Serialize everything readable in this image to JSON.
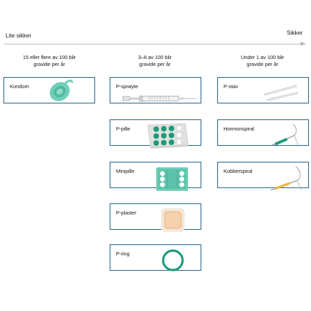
{
  "axis": {
    "left_label": "Lite sikker",
    "right_label": "Sikker"
  },
  "columns": [
    {
      "header_line1": "15 eller flere av 100 blir",
      "header_line2": "gravide per år"
    },
    {
      "header_line1": "3–8 av 100 blir",
      "header_line2": "gravide per år"
    },
    {
      "header_line1": "Under 1 av 100 blir",
      "header_line2": "gravide per år"
    }
  ],
  "methods": {
    "kondom": {
      "label": "Kondom",
      "icon": "condom-icon"
    },
    "p_sproyte": {
      "label": "P-sprøyte",
      "icon": "syringe-icon"
    },
    "p_pille": {
      "label": "P-pille",
      "icon": "pill-pack-icon"
    },
    "minipille": {
      "label": "Minipille",
      "icon": "minipill-pack-icon"
    },
    "p_plaster": {
      "label": "P-plaster",
      "icon": "patch-icon"
    },
    "p_ring": {
      "label": "P-ring",
      "icon": "ring-icon"
    },
    "p_stav": {
      "label": "P-stav",
      "icon": "implant-rod-icon"
    },
    "hormonspiral": {
      "label": "Hormonspiral",
      "icon": "hormonal-iud-icon"
    },
    "kobberspiral": {
      "label": "Kobberspiral",
      "icon": "copper-iud-icon"
    }
  },
  "colors": {
    "card_border": "#1f5e86",
    "axis": "#b9b9b9",
    "mint": "#6fcfb8",
    "green": "#1e9a7a",
    "copper": "#e8b83a"
  }
}
